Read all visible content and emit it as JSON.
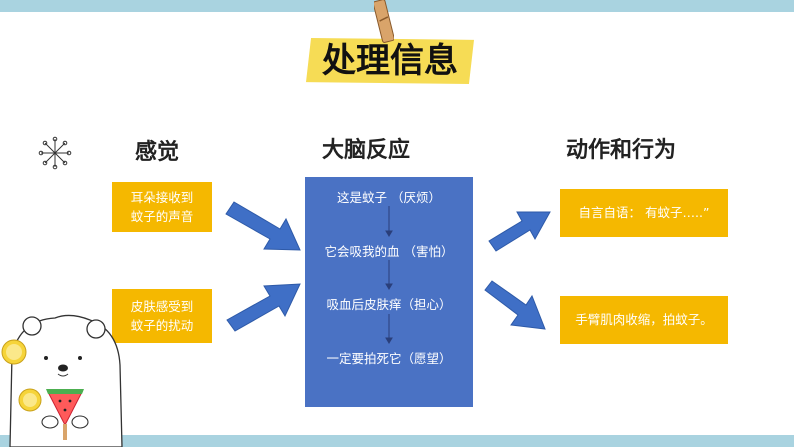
{
  "title": "处理信息",
  "columns": {
    "perception": "感觉",
    "brain": "大脑反应",
    "action": "动作和行为"
  },
  "inputs": [
    {
      "line1": "耳朵接收到",
      "line2": "蚊子的声音"
    },
    {
      "line1": "皮肤感受到",
      "line2": "蚊子的扰动"
    }
  ],
  "brain_steps": [
    "这是蚊子 （厌烦）",
    "它会吸我的血 （害怕）",
    "吸血后皮肤痒（担心）",
    "一定要拍死它（愿望）"
  ],
  "outputs": [
    "自言自语： 有蚊子…..”",
    "手臂肌肉收缩，拍蚊子。"
  ],
  "colors": {
    "stripe": "#a9d3e0",
    "tape": "#f6dc55",
    "input_box": "#f5b800",
    "brain_box": "#4a72c4",
    "arrow": "#3f6fc6"
  }
}
